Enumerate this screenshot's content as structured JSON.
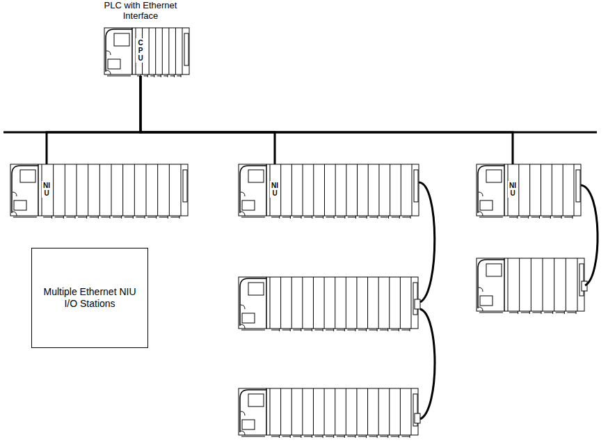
{
  "diagram": {
    "nodes": [
      {
        "text": [
          "PLC with Ethernet Interface",
          "CPU"
        ]
      },
      {
        "text": [
          "NIU"
        ]
      },
      {
        "text": [
          "NIU"
        ]
      },
      {
        "text": [
          "NIU"
        ]
      },
      {
        "text": [
          "Multiple Ethernet NIU I/O Stations"
        ]
      }
    ],
    "edges": [
      {
        "from": 0,
        "to": 1,
        "arrow": "none"
      },
      {
        "from": 0,
        "to": 2,
        "arrow": "none"
      },
      {
        "from": 0,
        "to": 3,
        "arrow": "none"
      }
    ]
  }
}
